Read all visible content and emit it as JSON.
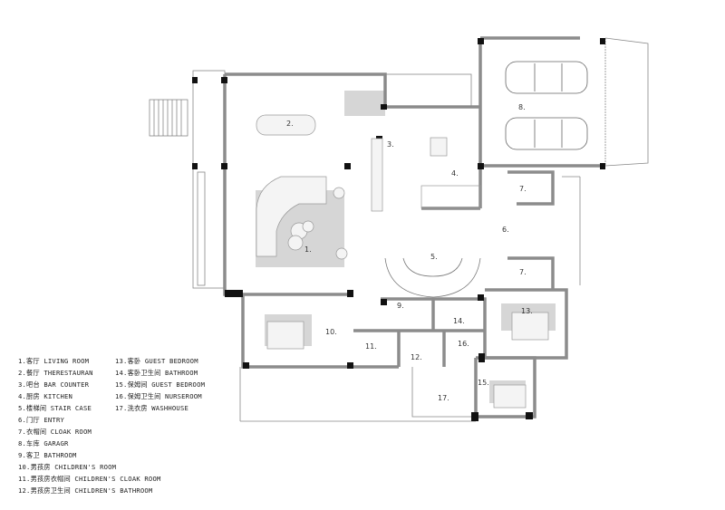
{
  "plan": {
    "room_numbers": [
      "1.",
      "2.",
      "3.",
      "4.",
      "5.",
      "6.",
      "7.",
      "7.",
      "8.",
      "9.",
      "10.",
      "11.",
      "12.",
      "13.",
      "14.",
      "15.",
      "16.",
      "17."
    ]
  },
  "legend": {
    "col1": [
      "1.客厅 LIVING ROOM",
      "2.餐厅 THERESTAURAN",
      "3.吧台 BAR COUNTER",
      "4.厨房 KITCHEN",
      "5.楼梯间 STAIR CASE",
      "6.门厅 ENTRY",
      "7.衣帽间 CLOAK ROOM",
      "8.车库 GARAGR",
      "9.客卫 BATHROOM",
      "10.男孩房 CHILDREN'S ROOM",
      "11.男孩房衣帽间 CHILDREN'S CLOAK ROOM",
      "12.男孩房卫生间 CHILDREN'S BATHROOM"
    ],
    "col2": [
      "13.客卧 GUEST BEDROOM",
      "14.客卧卫生间 BATHROOM",
      "15.保姆间 GUEST BEDROOM",
      "16.保姆卫生间 NURSEROOM",
      "17.洗衣房 WASHHOUSE"
    ]
  },
  "colors": {
    "wall": "#8c8c8c",
    "column": "#111111",
    "rug": "#d4d4d4",
    "furniture": "#f2f2f2",
    "line": "#777777"
  }
}
